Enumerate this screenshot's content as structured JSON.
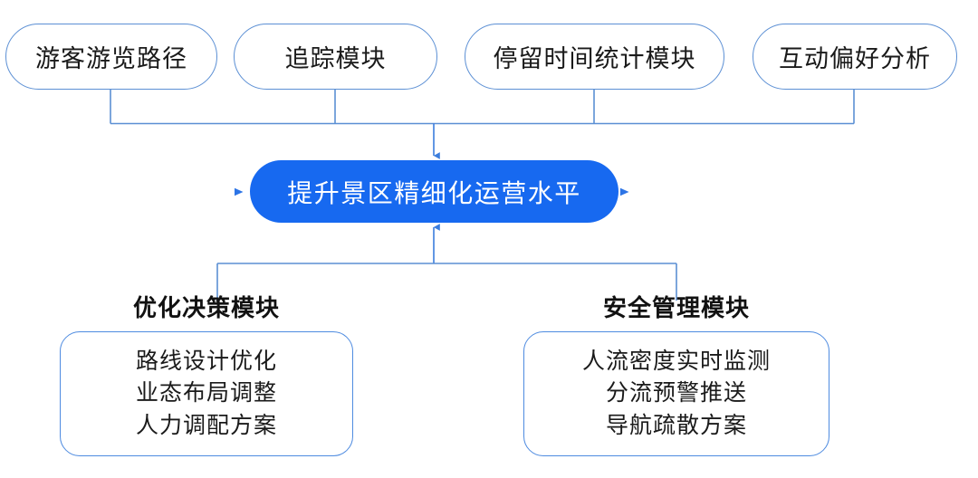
{
  "diagram": {
    "type": "flow-hierarchy",
    "background_color": "#ffffff",
    "accent_color": "#1769F0",
    "line_color": "#5B8FD4",
    "core": {
      "label": "提升景区精细化运营水平",
      "fill_color": "#1769F0",
      "text_color": "#ffffff"
    },
    "inputs": [
      {
        "label": "游客游览路径"
      },
      {
        "label": "追踪模块"
      },
      {
        "label": "停留时间统计模块"
      },
      {
        "label": "互动偏好分析"
      }
    ],
    "side_arrows": [
      {
        "name": "left-inbound-arrow",
        "direction": "right"
      },
      {
        "name": "right-inbound-arrow",
        "direction": "left"
      }
    ],
    "outputs": [
      {
        "title": "优化决策模块",
        "items": [
          "路线设计优化",
          "业态布局调整",
          "人力调配方案"
        ]
      },
      {
        "title": "安全管理模块",
        "items": [
          "人流密度实时监测",
          "分流预警推送",
          "导航疏散方案"
        ]
      }
    ]
  }
}
